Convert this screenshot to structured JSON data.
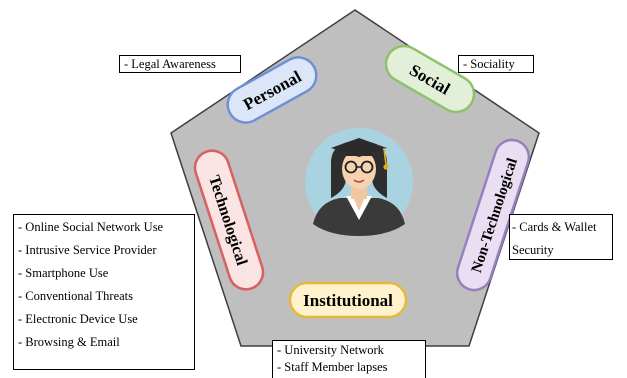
{
  "diagram": {
    "colors": {
      "pentagon_fill": "#bfbfbf",
      "pentagon_stroke": "#3f3f3f",
      "personal_fill": "#dbe7f8",
      "personal_stroke": "#6f8fd6",
      "social_fill": "#e2efd9",
      "social_stroke": "#8fc16a",
      "technological_fill": "#fbe4e4",
      "technological_stroke": "#d96060",
      "non_technological_fill": "#eadff2",
      "non_technological_stroke": "#9a7fc0",
      "institutional_fill": "#fff2cc",
      "institutional_stroke": "#e6b93a",
      "avatar_bg": "#a9d3e0"
    },
    "categories": {
      "personal": "Personal",
      "social": "Social",
      "technological": "Technological",
      "non_technological": "Non-Technological",
      "institutional": "Institutional"
    },
    "boxes": {
      "personal": [
        "- Legal Awareness"
      ],
      "social": [
        "- Sociality"
      ],
      "technological": [
        "- Online Social Network Use",
        "- Intrusive Service Provider",
        "- Smartphone Use",
        "- Conventional Threats",
        "- Electronic Device Use",
        "- Browsing & Email"
      ],
      "non_technological": [
        "- Cards & Wallet",
        "Security"
      ],
      "institutional": [
        "- University Network",
        "- Staff Member lapses"
      ]
    },
    "center_icon": "graduate-student-icon"
  }
}
